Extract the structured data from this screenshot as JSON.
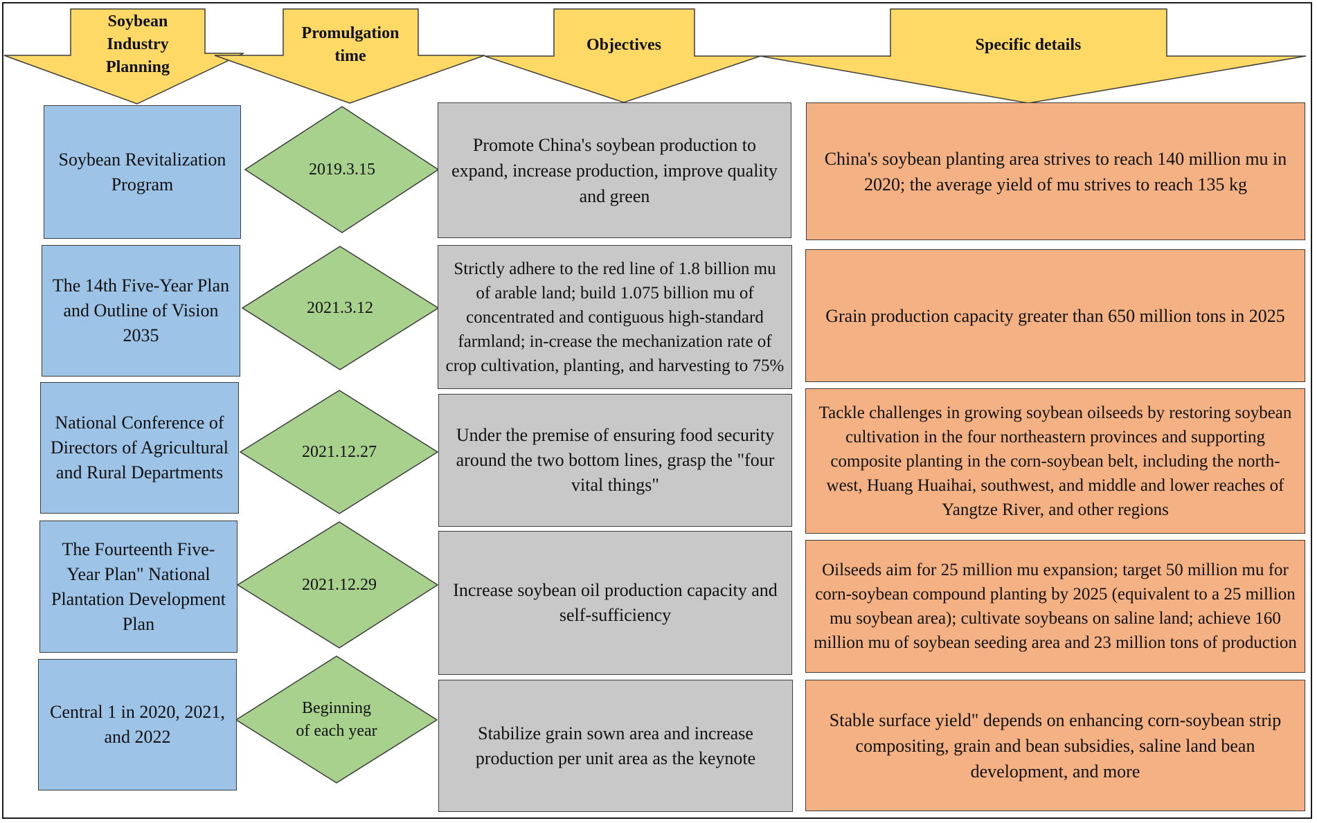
{
  "headers": {
    "planning": "Soybean Industry Planning",
    "time": "Promulgation time",
    "objectives": "Objectives",
    "details": "Specific details"
  },
  "rows": [
    {
      "planning": "Soybean Revitalization Program",
      "time": "2019.3.15",
      "objective": "Promote China's soybean production to expand, increase production, improve quality and green",
      "detail": "China's soybean planting area strives to reach 140 million mu in 2020; the average yield of mu strives to reach 135 kg"
    },
    {
      "planning": "The 14th Five-Year Plan and Outline of Vision 2035",
      "time": "2021.3.12",
      "objective": "Strictly adhere to the red line of 1.8 billion mu of arable land; build 1.075 billion mu of concentrated and contiguous high-standard farmland; in-crease the mechanization rate of crop cultivation, planting, and harvesting to 75%",
      "detail": "Grain production capacity greater than 650 million tons in 2025"
    },
    {
      "planning": "National Conference of Directors of Agricultural and Rural Departments",
      "time": "2021.12.27",
      "objective": "Under the premise of ensuring food security around the two bottom lines, grasp the \"four vital things\"",
      "detail": "Tackle challenges in growing soybean oilseeds by restoring soybean cultivation in the four northeastern provinces and supporting composite planting in the corn-soybean belt, including the north-west, Huang Huaihai, southwest, and middle and lower reaches of Yangtze River, and other regions"
    },
    {
      "planning": "The Fourteenth Five-Year Plan\" National Plantation Development Plan",
      "time": "2021.12.29",
      "objective": "Increase soybean oil production capacity and self-sufficiency",
      "detail": "Oilseeds aim for 25 million mu expansion; target 50 million mu for corn-soybean compound planting by 2025 (equivalent to a 25 million mu soybean area); cultivate soybeans on saline land; achieve 160 million mu of soybean seeding area and 23 million tons of production"
    },
    {
      "planning": "Central 1 in 2020, 2021, and 2022",
      "time": "Beginning of each year",
      "objective": "Stabilize grain sown area and increase production per unit area as the keynote",
      "detail": "Stable surface yield\" depends on enhancing corn-soybean strip compositing, grain and bean subsidies, saline land bean development, and more"
    }
  ],
  "colors": {
    "header_fill": "#ffd966",
    "planning_fill": "#9dc3e6",
    "time_fill": "#a9d18e",
    "objective_fill": "#c8c8c8",
    "detail_fill": "#f4b183"
  }
}
